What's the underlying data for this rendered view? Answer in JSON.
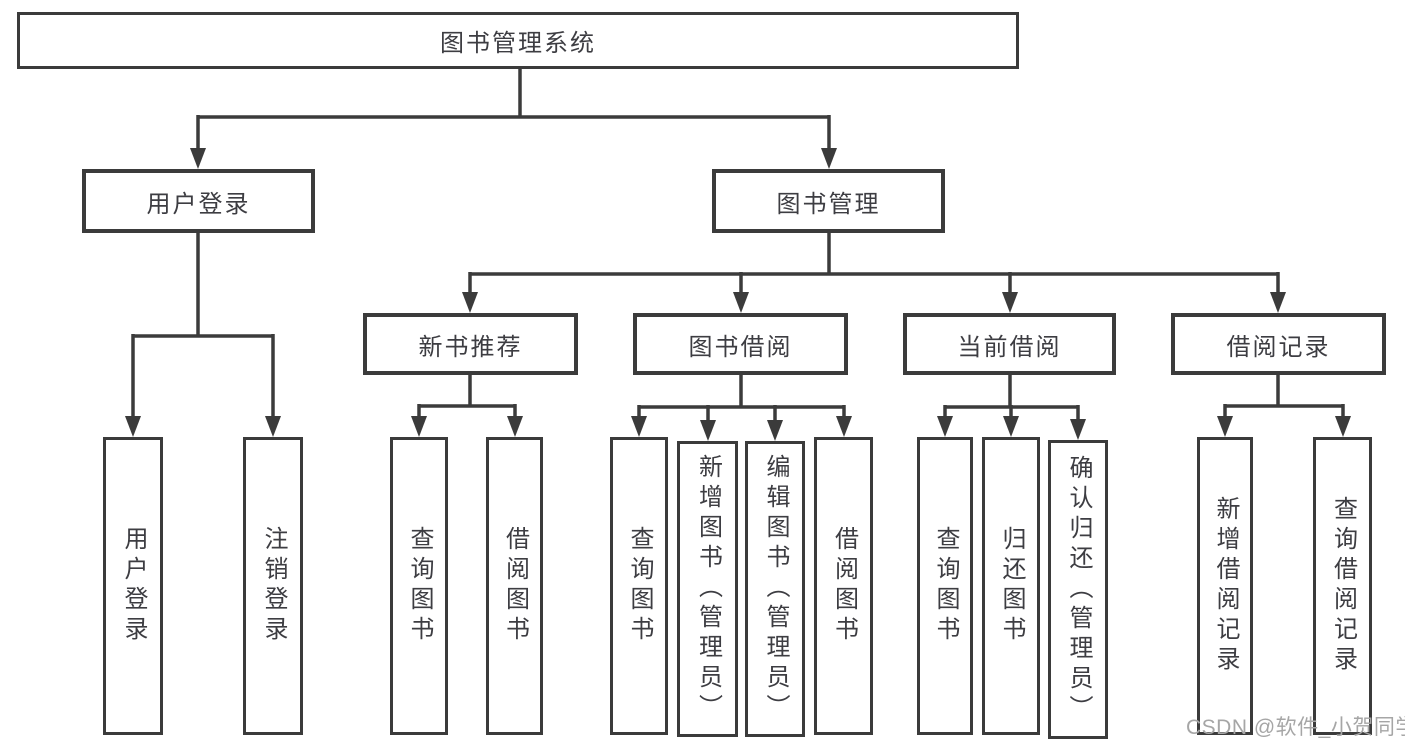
{
  "diagram": {
    "root": {
      "label": "图书管理系统"
    },
    "branches": [
      {
        "label": "用户登录",
        "children": [
          {
            "label": "用户登录"
          },
          {
            "label": "注销登录"
          }
        ]
      },
      {
        "label": "图书管理",
        "groups": [
          {
            "label": "新书推荐",
            "children": [
              {
                "label": "查询图书"
              },
              {
                "label": "借阅图书"
              }
            ]
          },
          {
            "label": "图书借阅",
            "children": [
              {
                "label": "查询图书"
              },
              {
                "label": "新增图书（管理员）"
              },
              {
                "label": "编辑图书（管理员）"
              },
              {
                "label": "借阅图书"
              }
            ]
          },
          {
            "label": "当前借阅",
            "children": [
              {
                "label": "查询图书"
              },
              {
                "label": "归还图书"
              },
              {
                "label": "确认归还（管理员）"
              }
            ]
          },
          {
            "label": "借阅记录",
            "children": [
              {
                "label": "新增借阅记录"
              },
              {
                "label": "查询借阅记录"
              }
            ]
          }
        ]
      }
    ]
  },
  "watermark": {
    "text": "CSDN @软件_小贺同学",
    "color": "#a6a6a6"
  },
  "colors": {
    "line": "#3b3b3b",
    "text": "#3d3d42",
    "background": "#ffffff"
  }
}
